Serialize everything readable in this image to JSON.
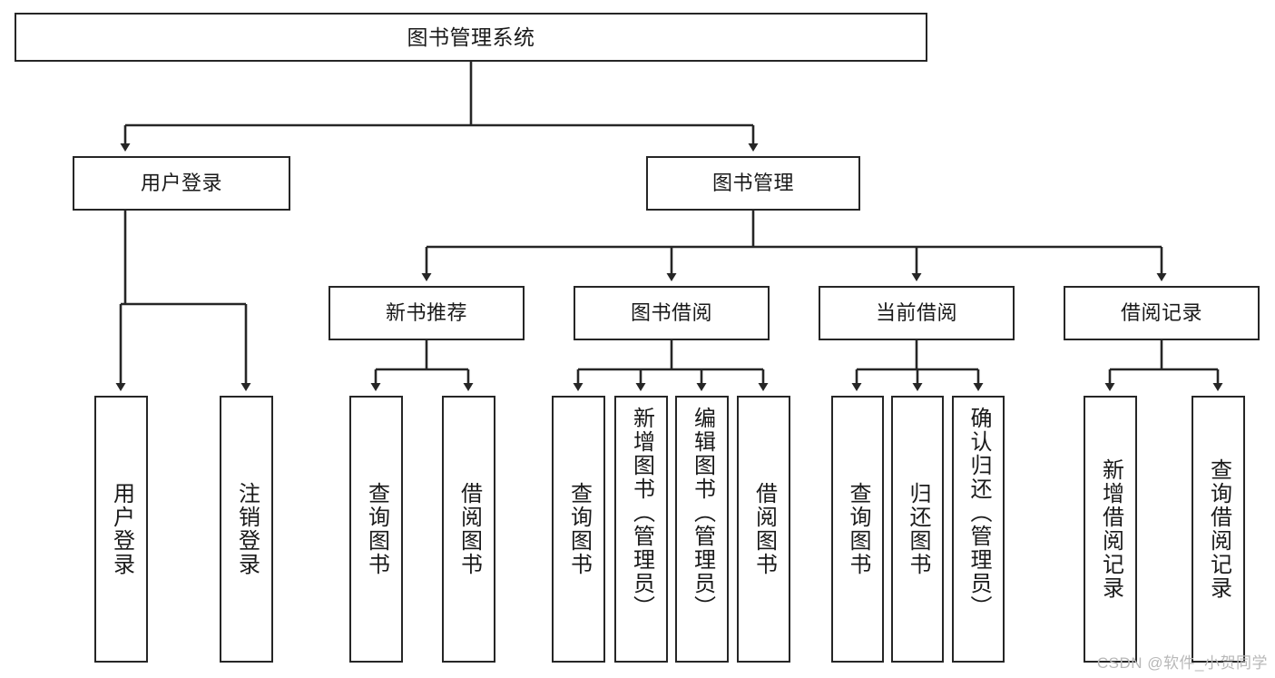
{
  "diagram": {
    "title": "图书管理系统",
    "type": "hierarchy-tree",
    "levels": 4,
    "nodes": {
      "root": {
        "label": "图书管理系统"
      },
      "level2": [
        {
          "label": "用户登录"
        },
        {
          "label": "图书管理"
        }
      ],
      "level3": [
        {
          "label": "新书推荐"
        },
        {
          "label": "图书借阅"
        },
        {
          "label": "当前借阅"
        },
        {
          "label": "借阅记录"
        }
      ],
      "leaves_user_login": [
        {
          "label": "用户登录"
        },
        {
          "label": "注销登录"
        }
      ],
      "leaves_new_book": [
        {
          "label": "查询图书"
        },
        {
          "label": "借阅图书"
        }
      ],
      "leaves_borrow": [
        {
          "label": "查询图书"
        },
        {
          "label": "新增图书（管理员）"
        },
        {
          "label": "编辑图书（管理员）"
        },
        {
          "label": "借阅图书"
        }
      ],
      "leaves_current": [
        {
          "label": "查询图书"
        },
        {
          "label": "归还图书"
        },
        {
          "label": "确认归还（管理员）"
        }
      ],
      "leaves_records": [
        {
          "label": "新增借阅记录"
        },
        {
          "label": "查询借阅记录"
        }
      ]
    },
    "colors": {
      "box_border": "#262626",
      "box_fill": "#ffffff",
      "connector": "#262626",
      "text": "#1a1a1a",
      "watermark": "#b8b8b8"
    }
  },
  "watermark": {
    "text": "CSDN @软件_小贺同学"
  }
}
